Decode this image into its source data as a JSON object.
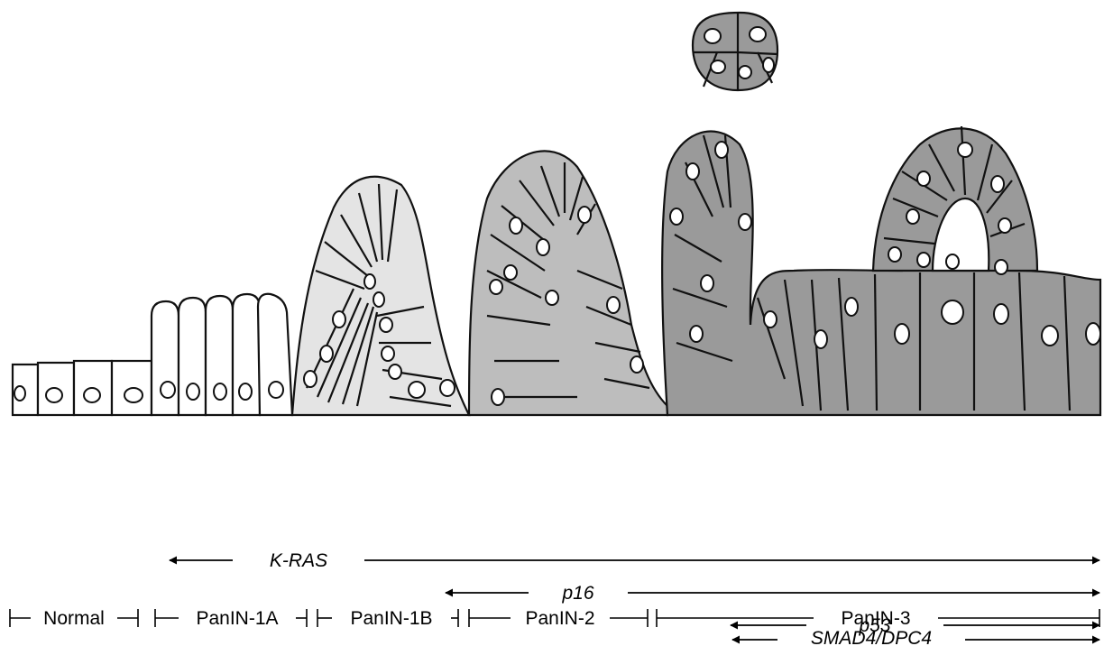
{
  "stages": [
    {
      "id": "normal",
      "label": "Normal"
    },
    {
      "id": "panin1a",
      "label": "PanIN-1A"
    },
    {
      "id": "panin1b",
      "label": "PanIN-1B"
    },
    {
      "id": "panin2",
      "label": "PanIN-2"
    },
    {
      "id": "panin3",
      "label": "PanIN-3"
    }
  ],
  "genes": [
    {
      "id": "kras",
      "label": "K-RAS"
    },
    {
      "id": "p16",
      "label": "p16"
    },
    {
      "id": "p53",
      "label": "p53"
    },
    {
      "id": "smad4",
      "label": "SMAD4/DPC4"
    }
  ],
  "colors": {
    "normal": "#ffffff",
    "panin1b": "#e4e4e4",
    "panin2": "#bdbdbd",
    "panin3": "#9a9a9a",
    "outline": "#111111"
  }
}
